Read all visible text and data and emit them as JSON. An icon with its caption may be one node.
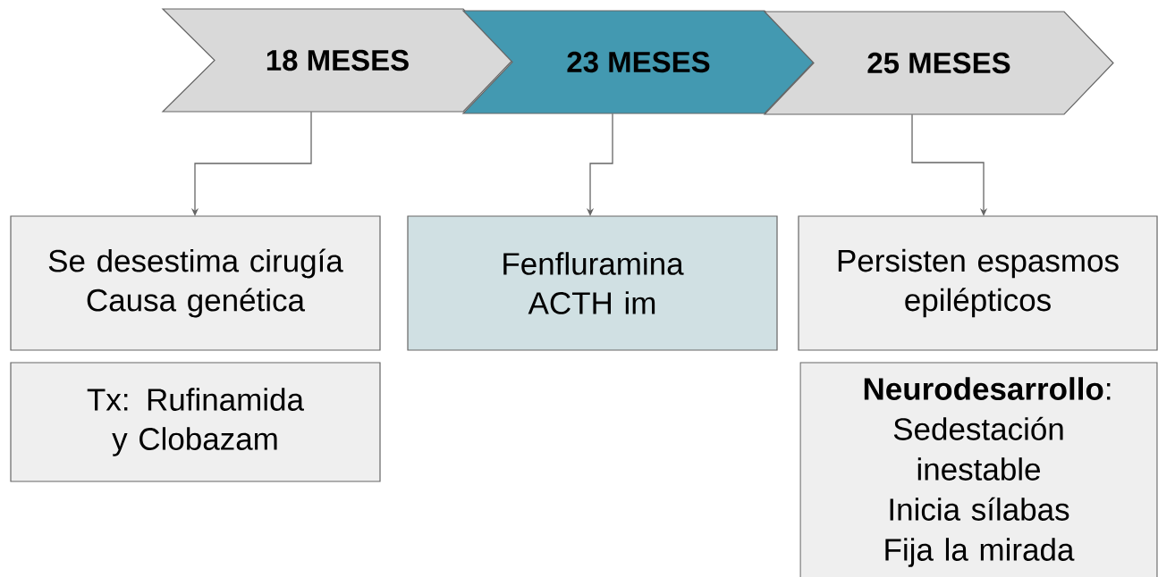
{
  "diagram": {
    "nodes": [
      {
        "text": [
          "18 MESES"
        ]
      },
      {
        "text": [
          "23 MESES"
        ]
      },
      {
        "text": [
          "25 MESES"
        ]
      },
      {
        "text": [
          "Se desestima cirugía",
          "Causa genética"
        ]
      },
      {
        "text": [
          "Fenfluramina",
          "ACTH im"
        ]
      },
      {
        "text": [
          "Persisten espasmos epilépticos"
        ]
      },
      {
        "text": [
          "Tx: Rufinamida y Clobazam"
        ]
      },
      {
        "text": [
          "**Neurodesarrollo**:",
          "Sedestación inestable",
          "Inicia sílabas",
          "Fija la mirada"
        ]
      }
    ],
    "edges": [
      {
        "from": 0,
        "to": 3,
        "arrow": "to"
      },
      {
        "from": 1,
        "to": 4,
        "arrow": "to"
      },
      {
        "from": 2,
        "to": 5,
        "arrow": "to"
      }
    ]
  }
}
